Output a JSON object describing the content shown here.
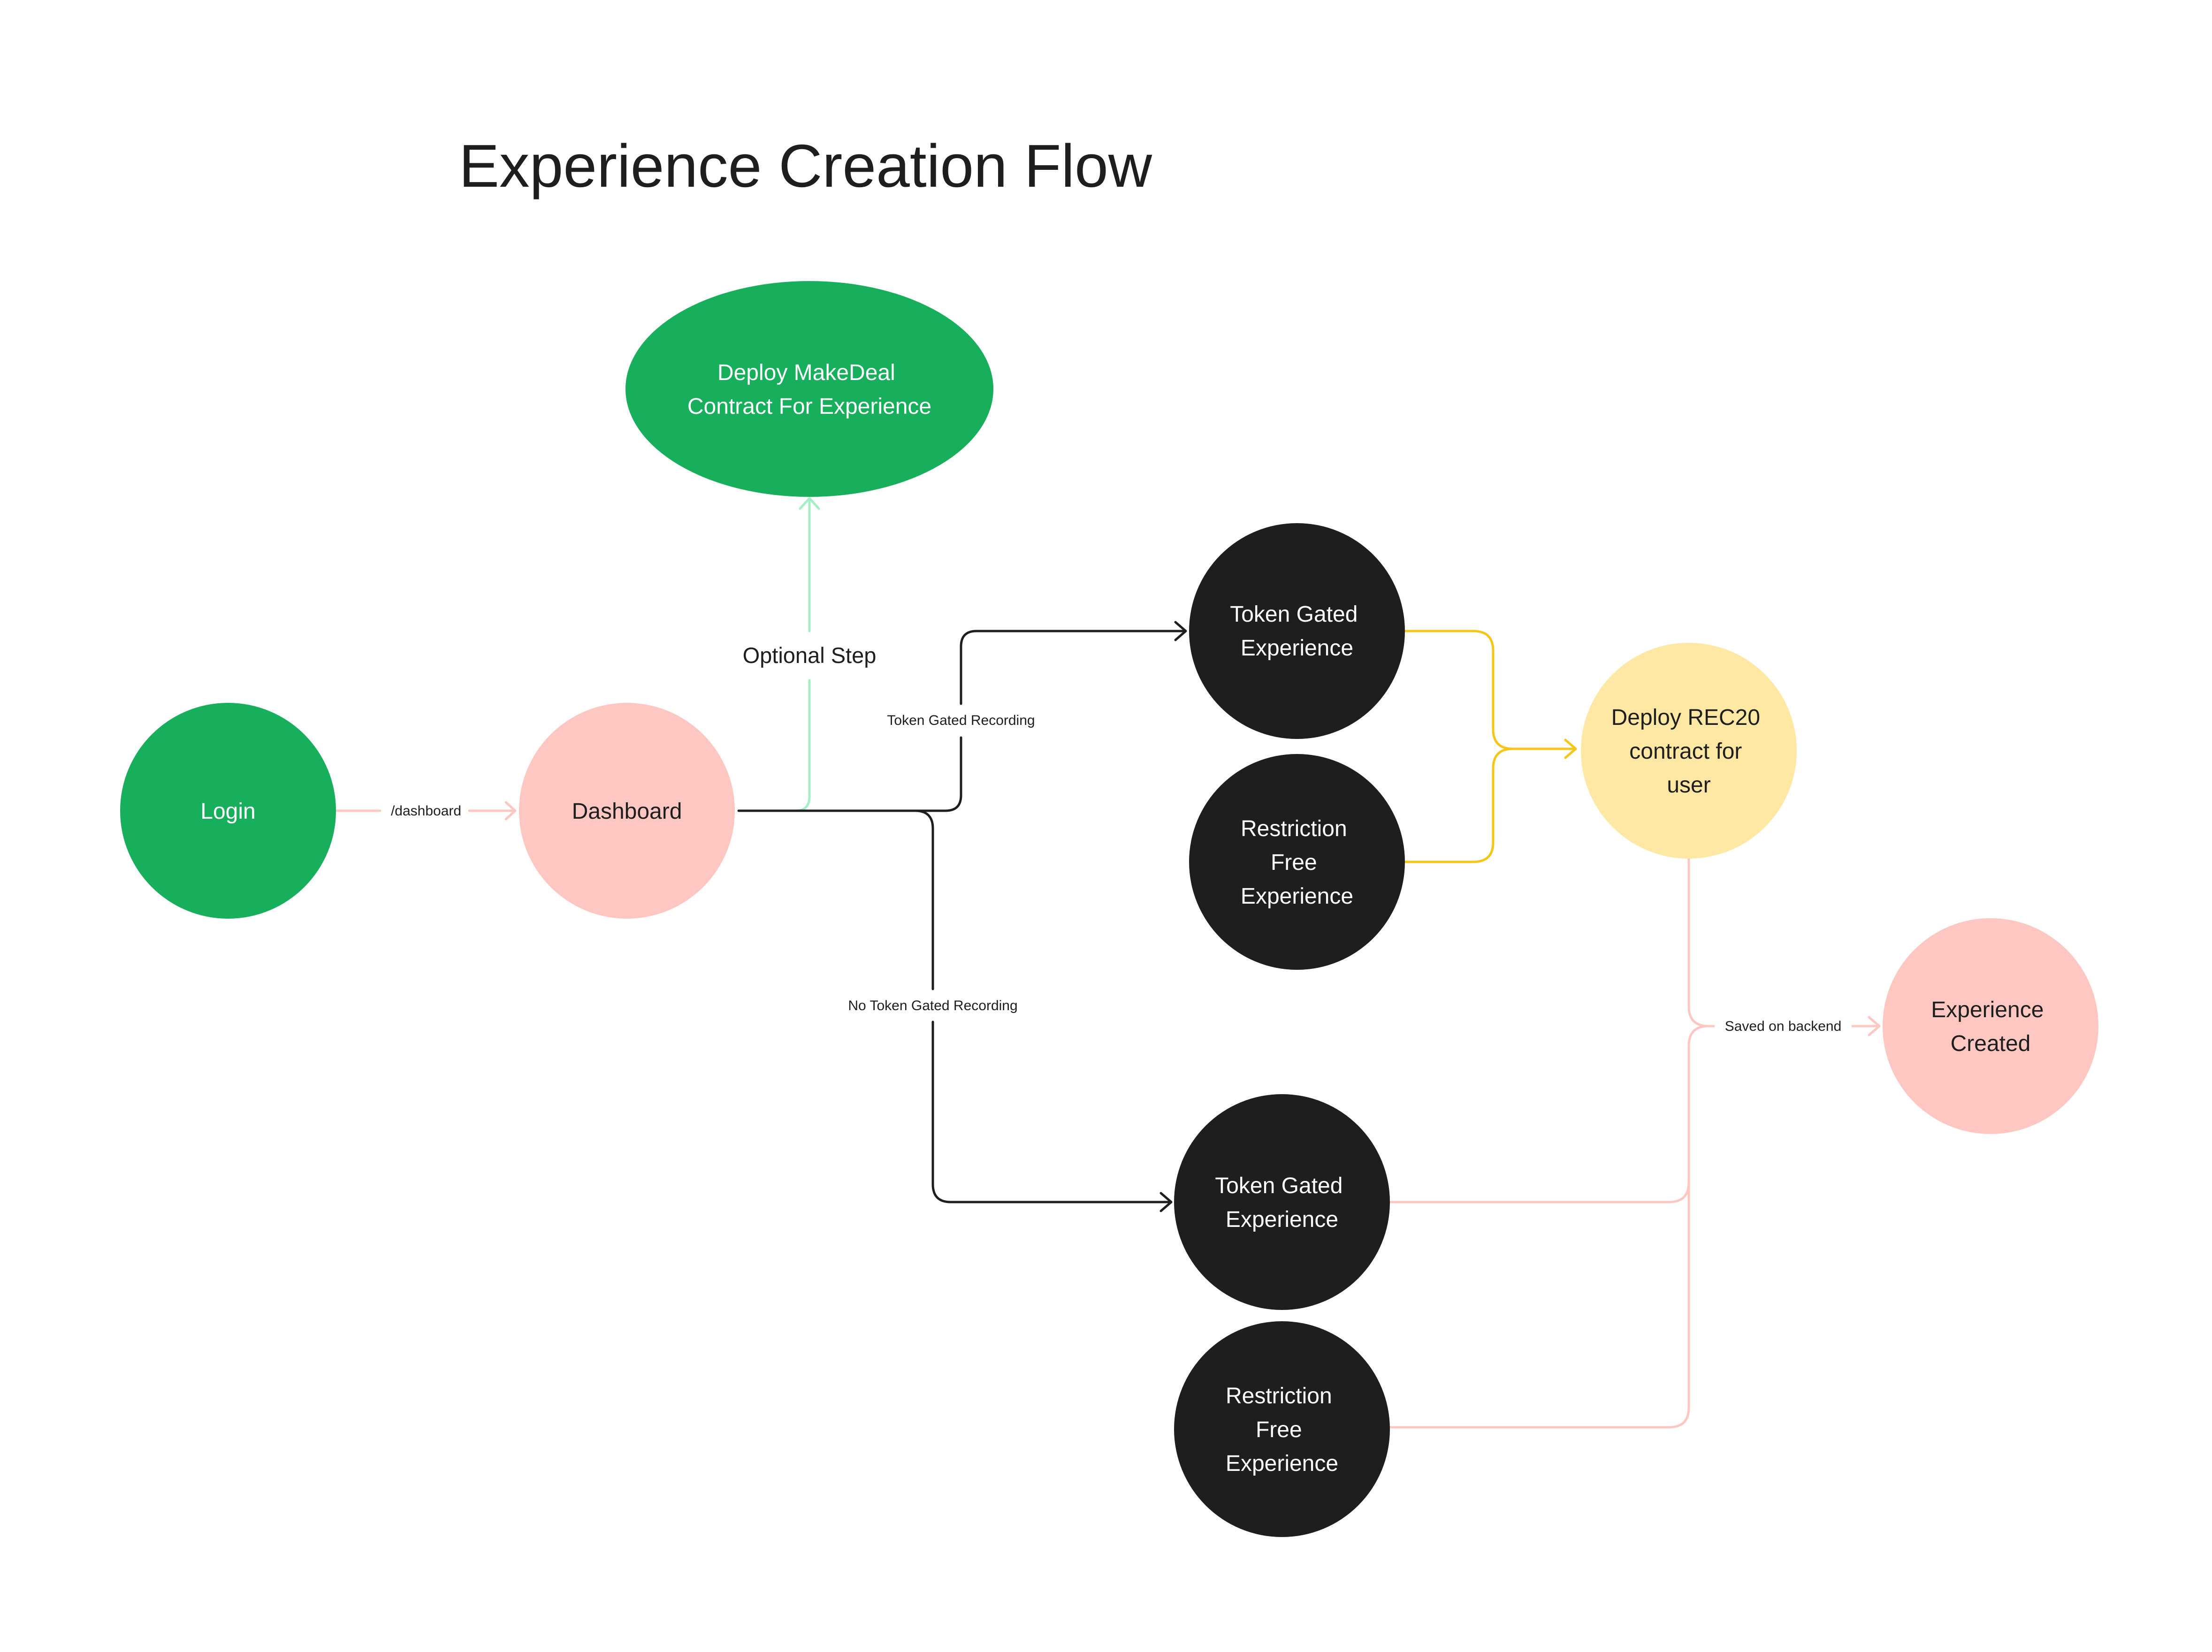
{
  "title": "Experience Creation Flow",
  "colors": {
    "green": "#17ae5c",
    "pink": "#ffc7c2",
    "black": "#1e1e1e",
    "yellow": "#ffe8a3",
    "green_edge": "#a3f0c4",
    "pink_edge": "#ffc7c2",
    "yellow_edge": "#f5c518",
    "black_edge": "#1e1e1e"
  },
  "nodes": {
    "login": {
      "lines": [
        "Login"
      ]
    },
    "dashboard": {
      "lines": [
        "Dashboard"
      ]
    },
    "deploy_makedeal": {
      "lines": [
        "Deploy MakeDeal",
        "Contract For Experience"
      ]
    },
    "token_gated_top": {
      "lines": [
        "Token Gated",
        "Experience"
      ]
    },
    "restriction_free_top": {
      "lines": [
        "Restriction",
        "Free",
        "Experience"
      ]
    },
    "deploy_rec20": {
      "lines": [
        "Deploy REC20",
        "contract for",
        "user"
      ]
    },
    "experience_created": {
      "lines": [
        "Experience",
        "Created"
      ]
    },
    "token_gated_bottom": {
      "lines": [
        "Token Gated",
        "Experience"
      ]
    },
    "restriction_free_bottom": {
      "lines": [
        "Restriction",
        "Free",
        "Experience"
      ]
    }
  },
  "edge_labels": {
    "dashboard_route": "/dashboard",
    "optional_step": "Optional Step",
    "token_gated_recording": "Token Gated Recording",
    "no_token_gated_recording": "No Token Gated Recording",
    "saved_on_backend": "Saved on backend"
  }
}
